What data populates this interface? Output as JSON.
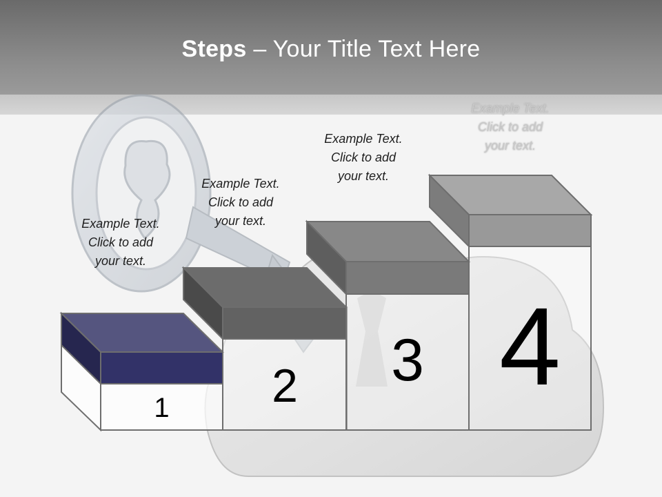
{
  "slide": {
    "title_bold": "Steps",
    "title_rest": " – Your Title Text Here"
  },
  "steps": [
    {
      "number": "1",
      "line1": "Example Text.",
      "line2": "Click  to add",
      "line3": "your text.",
      "lid_color": "#2f2f66"
    },
    {
      "number": "2",
      "line1": "Example Text.",
      "line2": "Click  to add",
      "line3": "your text.",
      "lid_color": "#636363"
    },
    {
      "number": "3",
      "line1": "Example Text.",
      "line2": "Click  to add",
      "line3": "your text.",
      "lid_color": "#7a7a7a"
    },
    {
      "number": "4",
      "line1": "Example Text.",
      "line2": "Click  to add",
      "line3": "your text.",
      "lid_color": "#9a9a9a"
    }
  ],
  "icons": [
    "key-icon",
    "cloud-icon"
  ]
}
